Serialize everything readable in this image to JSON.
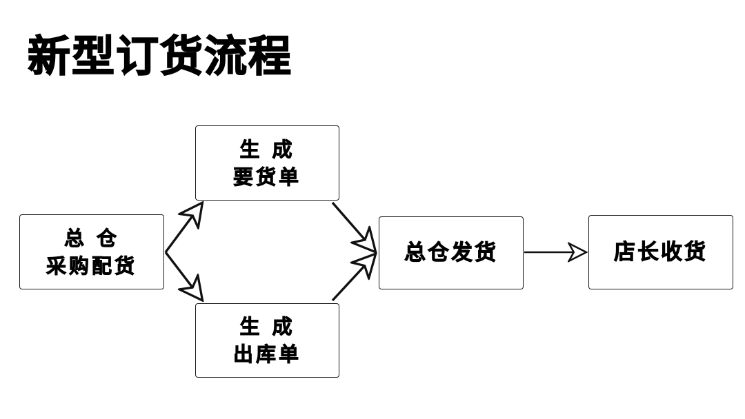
{
  "title": "新型订货流程",
  "background_color": "#ffffff",
  "stroke_color": "#1a1a1a",
  "text_color": "#000000",
  "nodes": {
    "source": {
      "line1": "总 仓",
      "line2": "采购配货"
    },
    "requisition": {
      "line1": "生 成",
      "line2": "要货单"
    },
    "outbound": {
      "line1": "生 成",
      "line2": "出库单"
    },
    "ship": {
      "line1": "总仓发货",
      "line2": ""
    },
    "receive": {
      "line1": "店长收货",
      "line2": ""
    }
  },
  "connectors": [
    {
      "id": "source-to-requisition",
      "from": "source",
      "to": "requisition",
      "style": "open-arrow",
      "direction": "up-right"
    },
    {
      "id": "source-to-outbound",
      "from": "source",
      "to": "outbound",
      "style": "open-arrow",
      "direction": "down-right"
    },
    {
      "id": "requisition-to-ship",
      "from": "requisition",
      "to": "ship",
      "style": "open-arrow",
      "direction": "down-right"
    },
    {
      "id": "outbound-to-ship",
      "from": "outbound",
      "to": "ship",
      "style": "open-arrow",
      "direction": "up-right"
    },
    {
      "id": "ship-to-receive",
      "from": "ship",
      "to": "receive",
      "style": "open-arrow",
      "direction": "right"
    }
  ]
}
